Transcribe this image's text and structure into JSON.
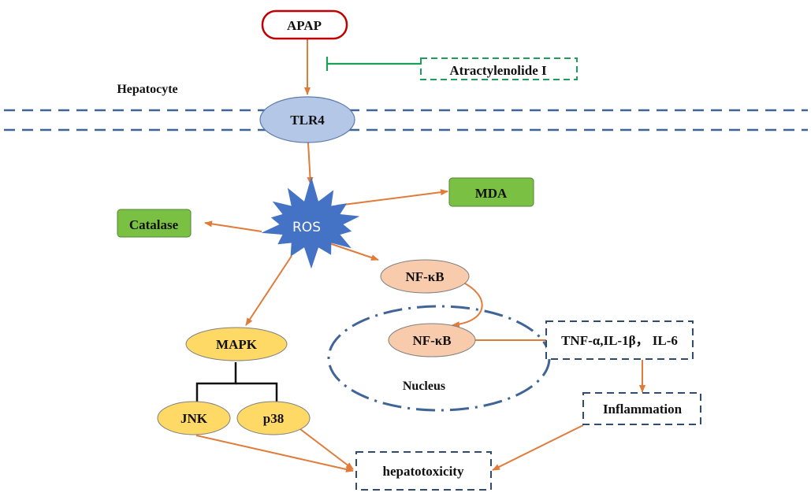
{
  "title": "Atractylenolide I inhibits APAP-induced hepatotoxicity pathway",
  "colors": {
    "arrow": "#e07b39",
    "inhibit": "#1e9e5a",
    "membrane": "#3f6496",
    "box_border": "#2f4b70",
    "green_box": "#7ac143",
    "tlr4": "#b4c7e7",
    "ros": "#4472c4",
    "nfkb": "#f8cbad",
    "mapk": "#ffd966",
    "apap_border": "#c00000"
  },
  "labels": {
    "apap": "APAP",
    "inhibitor": "Atractylenolide I",
    "cell": "Hepatocyte",
    "tlr4": "TLR4",
    "ros": "ROS",
    "mda": "MDA",
    "catalase": "Catalase",
    "nfkb_cyto": "NF-κB",
    "nfkb_nuc": "NF-κB",
    "nucleus": "Nucleus",
    "cytokines": "TNF-α,IL-1β， IL-6",
    "inflammation": "Inflammation",
    "mapk": "MAPK",
    "jnk": "JNK",
    "p38": "p38",
    "hepatotoxicity": "hepatotoxicity"
  },
  "edges": [
    {
      "from": "APAP",
      "to": "TLR4",
      "type": "activation"
    },
    {
      "from": "Atractylenolide I",
      "to": "APAP→TLR4",
      "type": "inhibition"
    },
    {
      "from": "TLR4",
      "to": "ROS",
      "type": "activation"
    },
    {
      "from": "ROS",
      "to": "MDA",
      "type": "activation"
    },
    {
      "from": "ROS",
      "to": "Catalase",
      "type": "activation"
    },
    {
      "from": "ROS",
      "to": "NF-κB",
      "type": "activation"
    },
    {
      "from": "ROS",
      "to": "MAPK",
      "type": "activation"
    },
    {
      "from": "NF-κB (cytoplasm)",
      "to": "NF-κB (nucleus)",
      "type": "translocation"
    },
    {
      "from": "NF-κB (nucleus)",
      "to": "TNF-α,IL-1β，IL-6",
      "type": "activation"
    },
    {
      "from": "TNF-α,IL-1β，IL-6",
      "to": "Inflammation",
      "type": "activation"
    },
    {
      "from": "MAPK",
      "to": "JNK",
      "type": "branch"
    },
    {
      "from": "MAPK",
      "to": "p38",
      "type": "branch"
    },
    {
      "from": "JNK",
      "to": "hepatotoxicity",
      "type": "activation"
    },
    {
      "from": "p38",
      "to": "hepatotoxicity",
      "type": "activation"
    },
    {
      "from": "Inflammation",
      "to": "hepatotoxicity",
      "type": "activation"
    }
  ]
}
